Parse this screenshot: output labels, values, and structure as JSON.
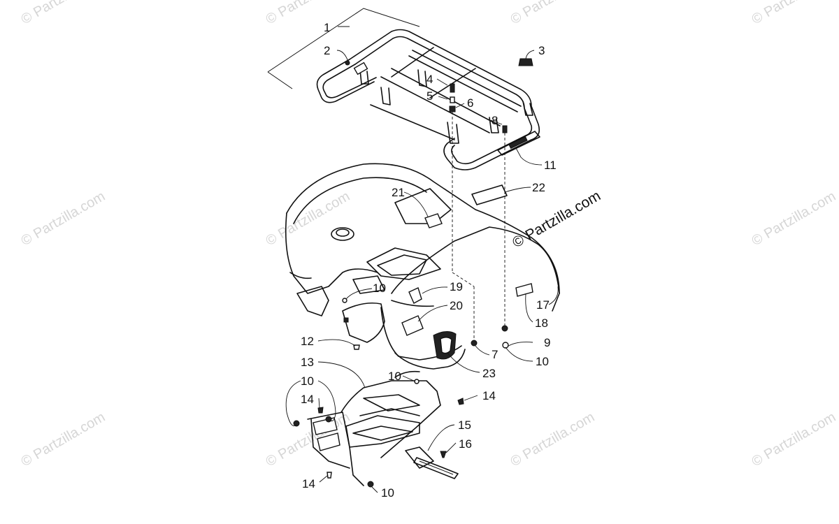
{
  "watermark": {
    "text": "© Partzilla.com",
    "main_text": "© Partzilla.com"
  },
  "callouts": [
    {
      "id": "c1",
      "label": "1"
    },
    {
      "id": "c2",
      "label": "2"
    },
    {
      "id": "c3",
      "label": "3"
    },
    {
      "id": "c4",
      "label": "4"
    },
    {
      "id": "c5",
      "label": "5"
    },
    {
      "id": "c6",
      "label": "6"
    },
    {
      "id": "c8",
      "label": "8"
    },
    {
      "id": "c11",
      "label": "11"
    },
    {
      "id": "c22",
      "label": "22"
    },
    {
      "id": "c21",
      "label": "21"
    },
    {
      "id": "c10a",
      "label": "10"
    },
    {
      "id": "c19",
      "label": "19"
    },
    {
      "id": "c20",
      "label": "20"
    },
    {
      "id": "c17",
      "label": "17"
    },
    {
      "id": "c18",
      "label": "18"
    },
    {
      "id": "c9",
      "label": "9"
    },
    {
      "id": "c10b",
      "label": "10"
    },
    {
      "id": "c12",
      "label": "12"
    },
    {
      "id": "c7",
      "label": "7"
    },
    {
      "id": "c13",
      "label": "13"
    },
    {
      "id": "c23",
      "label": "23"
    },
    {
      "id": "c10c",
      "label": "10"
    },
    {
      "id": "c10d",
      "label": "10"
    },
    {
      "id": "c14a",
      "label": "14"
    },
    {
      "id": "c14b",
      "label": "14"
    },
    {
      "id": "c15",
      "label": "15"
    },
    {
      "id": "c16",
      "label": "16"
    },
    {
      "id": "c14c",
      "label": "14"
    },
    {
      "id": "c10e",
      "label": "10"
    }
  ]
}
